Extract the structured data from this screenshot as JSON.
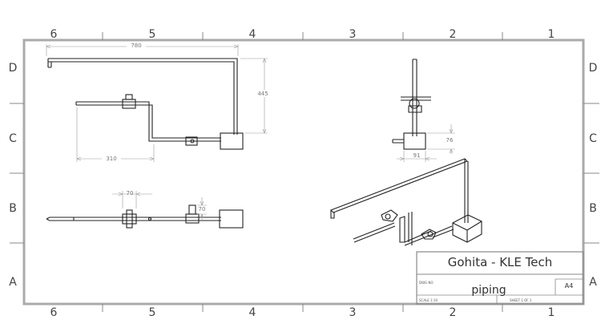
{
  "sheet": {
    "zone_columns": [
      "6",
      "5",
      "4",
      "3",
      "2",
      "1"
    ],
    "zone_rows": [
      "D",
      "C",
      "B",
      "A"
    ]
  },
  "dimensions": {
    "top_length": "780",
    "riser_height": "445",
    "branch_length": "310",
    "side_offset": "76",
    "side_width": "91",
    "front_spacing": "70",
    "front_height": "70"
  },
  "title_block": {
    "company": "Gohita - KLE Tech",
    "dwg_no_label": "DWG NO",
    "title": "piping",
    "size": "A4",
    "scale_label": "SCALE 1:10",
    "sheet_label": "SHEET 1 OF 1"
  }
}
